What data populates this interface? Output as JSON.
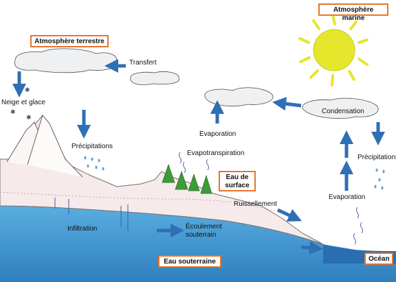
{
  "boxes": {
    "atmosphere_terrestre": "Atmosphère terrestre",
    "atmosphere_marine": "Atmosphère marine",
    "eau_de_surface": "Eau de surface",
    "eau_souterraine": "Eau souterraine",
    "ocean": "Océan"
  },
  "labels": {
    "transfert": "Transfert",
    "neige_et_glace": "Neige et glace",
    "precipitations_left": "Précipitations",
    "evaporation_center": "Evaporation",
    "condensation": "Condensation",
    "evapotranspiration": "Evapotranspiration",
    "precipitations_right": "Précipitations",
    "evaporation_right": "Evaporation",
    "ruissellement": "Ruissellement",
    "infiltration": "Infiltration",
    "ecoulement_line1": "Écoulement",
    "ecoulement_line2": "souterrain"
  },
  "colors": {
    "box_border": "#e8742a",
    "arrow_blue": "#2f6fb5",
    "sun_yellow": "#e6e62c",
    "groundwater_blue": "#3a8fc8",
    "land_pink": "#f6eaea",
    "cloud_fill": "#eef0f2",
    "tree_green": "#3f9a3a"
  }
}
